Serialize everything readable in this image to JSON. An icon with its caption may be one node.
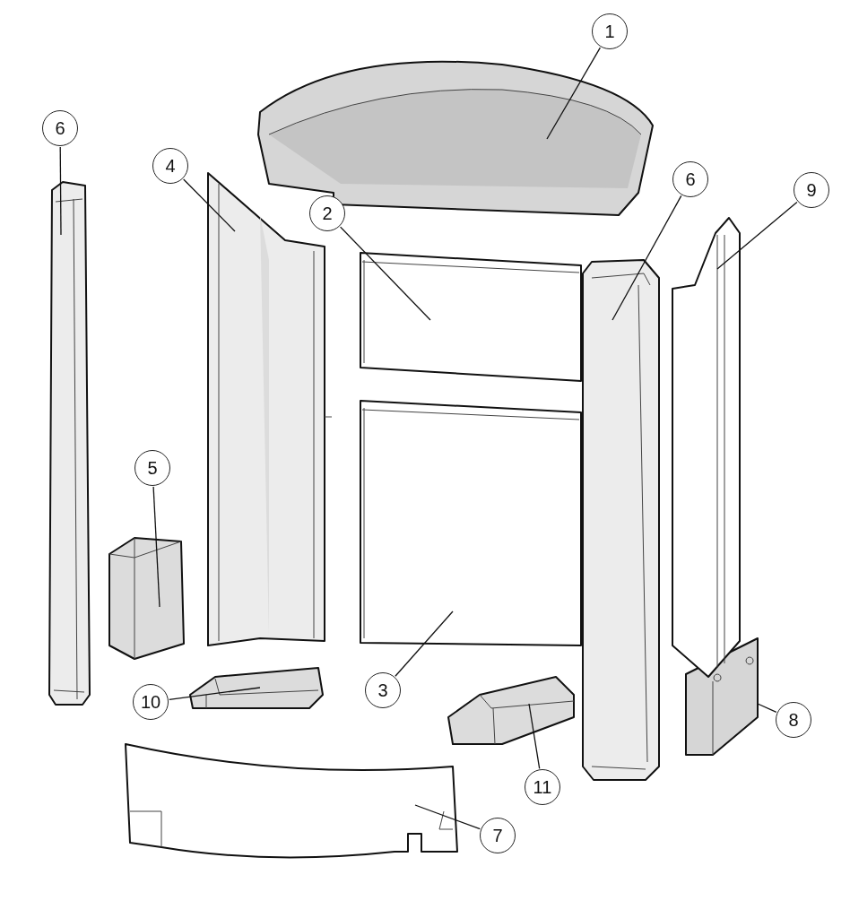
{
  "diagram": {
    "nodes": [
      {
        "text": [
          "1"
        ]
      },
      {
        "text": [
          "2"
        ]
      },
      {
        "text": [
          "3"
        ]
      },
      {
        "text": [
          "4"
        ]
      },
      {
        "text": [
          "5"
        ]
      },
      {
        "text": [
          "6"
        ]
      },
      {
        "text": [
          "6"
        ]
      },
      {
        "text": [
          "7"
        ]
      },
      {
        "text": [
          "8"
        ]
      },
      {
        "text": [
          "9"
        ]
      },
      {
        "text": [
          "10"
        ]
      },
      {
        "text": [
          "11"
        ]
      },
      {
        "text": [],
        "shape": "picture"
      },
      {
        "text": [],
        "shape": "picture"
      },
      {
        "text": [],
        "shape": "picture"
      },
      {
        "text": [],
        "shape": "picture"
      },
      {
        "text": [],
        "shape": "picture"
      },
      {
        "text": [],
        "shape": "picture"
      },
      {
        "text": [],
        "shape": "picture"
      },
      {
        "text": [],
        "shape": "picture"
      },
      {
        "text": [],
        "shape": "picture"
      },
      {
        "text": [],
        "shape": "picture"
      },
      {
        "text": [],
        "shape": "picture"
      },
      {
        "text": [],
        "shape": "picture"
      }
    ],
    "edges": [
      {
        "from": 0,
        "to": 12,
        "arrow": "none"
      },
      {
        "from": 1,
        "to": 13,
        "arrow": "none"
      },
      {
        "from": 2,
        "to": 14,
        "arrow": "none"
      },
      {
        "from": 3,
        "to": 15,
        "arrow": "none"
      },
      {
        "from": 4,
        "to": 16,
        "arrow": "none"
      },
      {
        "from": 5,
        "to": 17,
        "arrow": "none"
      },
      {
        "from": 6,
        "to": 18,
        "arrow": "none"
      },
      {
        "from": 7,
        "to": 19,
        "arrow": "none"
      },
      {
        "from": 8,
        "to": 20,
        "arrow": "none"
      },
      {
        "from": 9,
        "to": 21,
        "arrow": "none"
      },
      {
        "from": 10,
        "to": 22,
        "arrow": "none"
      },
      {
        "from": 11,
        "to": 23,
        "arrow": "none"
      }
    ]
  }
}
